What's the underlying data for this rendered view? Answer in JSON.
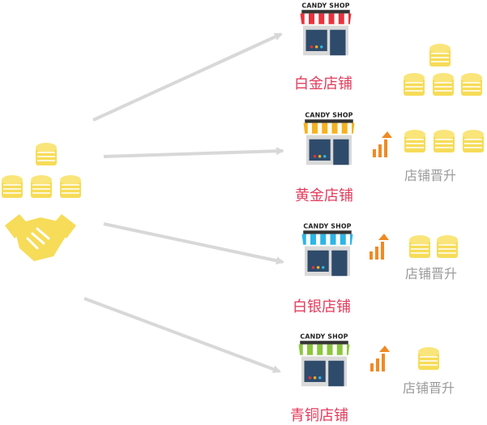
{
  "stores": [
    {
      "label": "白金店铺",
      "sign": "CANDY SHOP",
      "awning_color": "#e8323c",
      "upgrade": ""
    },
    {
      "label": "黄金店铺",
      "sign": "CANDY SHOP",
      "awning_color": "#f6b21f",
      "upgrade": "店铺晋升"
    },
    {
      "label": "白银店铺",
      "sign": "CANDY SHOP",
      "awning_color": "#2bb6e6",
      "upgrade": "店铺晋升"
    },
    {
      "label": "青铜店铺",
      "sign": "CANDY SHOP",
      "awning_color": "#8cc63f",
      "upgrade": "店铺晋升"
    }
  ],
  "colors": {
    "coin": "#f6dc58",
    "coin_dark": "#e9c21c",
    "arrow": "#d8d8d8",
    "growth": "#f08a24",
    "label": "#e43c5c",
    "upgrade_text": "#9a9a9a"
  },
  "icons": [
    "coin-stack-icon",
    "handshake-icon",
    "candy-shop-icon",
    "growth-arrow-icon"
  ]
}
